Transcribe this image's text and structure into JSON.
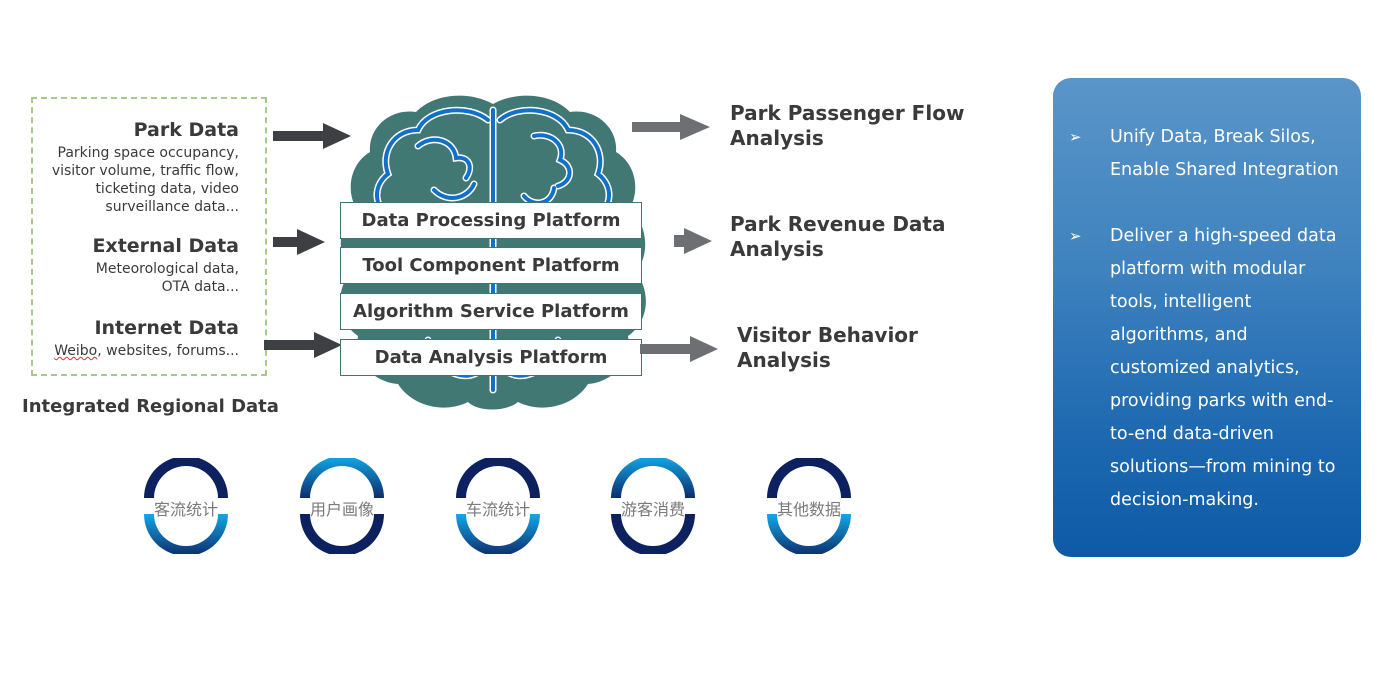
{
  "sources": {
    "items": [
      {
        "title": "Park Data",
        "description": "Parking space occupancy,\nvisitor volume, traffic flow,\nticketing data, video\nsurveillance data..."
      },
      {
        "title": "External Data",
        "description": "Meteorological data,\nOTA data..."
      },
      {
        "title": "Internet Data",
        "description_prefix": "Weibo",
        "description_rest": ", websites, forums..."
      }
    ],
    "caption": "Integrated Regional Data"
  },
  "platforms": [
    "Data Processing Platform",
    "Tool Component Platform",
    "Algorithm Service Platform",
    "Data Analysis Platform"
  ],
  "outputs": [
    "Park Passenger Flow\nAnalysis",
    "Park Revenue Data\nAnalysis",
    "Visitor Behavior\nAnalysis"
  ],
  "rings": [
    {
      "label": "客流统计",
      "variant": "dark-top"
    },
    {
      "label": "用户画像",
      "variant": "light-top"
    },
    {
      "label": "车流统计",
      "variant": "dark-top"
    },
    {
      "label": "游客消费",
      "variant": "light-top"
    },
    {
      "label": "其他数据",
      "variant": "dark-top"
    }
  ],
  "panel": {
    "bullet_icon": "➢",
    "bullets": [
      "Unify Data, Break Silos, Enable Shared Integration",
      "Deliver a high-speed data platform with modular tools, intelligent algorithms, and customized analytics, providing parks with end-to-end data-driven solutions—from mining to decision-making."
    ]
  },
  "colors": {
    "brain_fill": "#417874",
    "brain_lines": "#1170c8",
    "arrow_in": "#3d3f42",
    "arrow_out": "#6d6f73",
    "ring_dark": "#0d2160",
    "ring_light": "#12a8e6",
    "dashed_border": "#a9c98a"
  }
}
